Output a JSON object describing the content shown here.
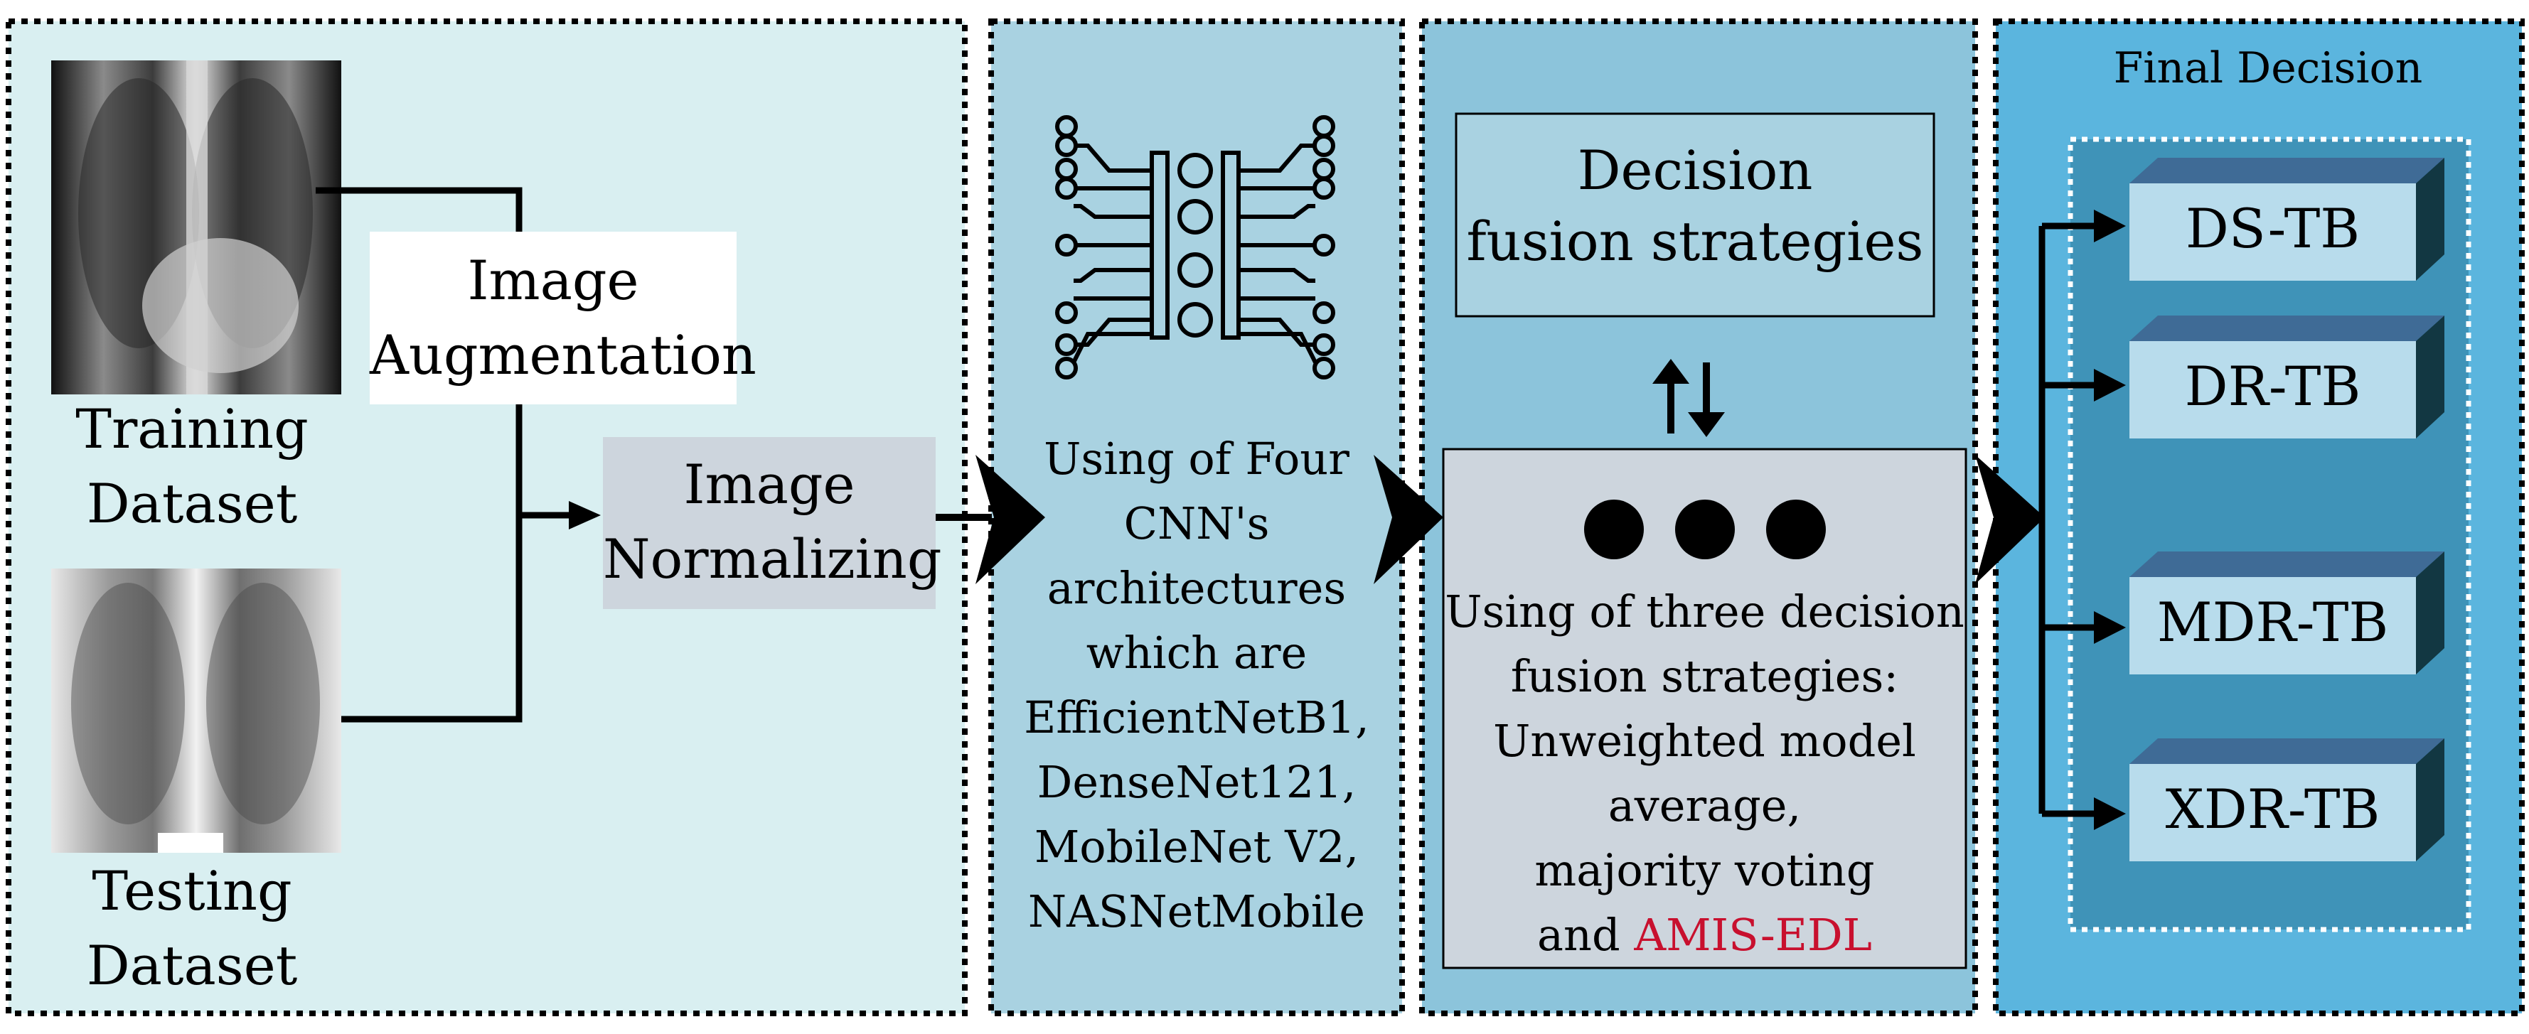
{
  "panels": {
    "preprocess": {
      "training_label": [
        "Training",
        "Dataset"
      ],
      "testing_label": [
        "Testing",
        "Dataset"
      ],
      "augmentation_label": [
        "Image",
        "Augmentation"
      ],
      "normalizing_label": [
        "Image",
        "Normalizing"
      ]
    },
    "cnn": {
      "icon": "neural-network-chip-icon",
      "description": [
        "Using of Four",
        "CNN's",
        "architectures",
        "which are",
        "EfficientNetB1,",
        "DenseNet121,",
        "MobileNet V2,",
        "NASNetMobile"
      ]
    },
    "fusion": {
      "strategies_title": [
        "Decision",
        "fusion strategies"
      ],
      "swap_icon": "up-down-arrows-icon",
      "dots_icon": "three-dots-icon",
      "description": [
        "Using of three decision",
        "fusion strategies:",
        "Unweighted model",
        "average,",
        "majority voting"
      ],
      "last_line_prefix": "and ",
      "last_line_highlight": "AMIS-EDL"
    },
    "final": {
      "title": "Final Decision",
      "classes": [
        "DS-TB",
        "DR-TB",
        "MDR-TB",
        "XDR-TB"
      ]
    }
  },
  "colors": {
    "panel1": "#d9eff1",
    "panel2": "#a9d2e1",
    "panel3": "#8cc4db",
    "panel4": "#5bb5de",
    "gray_box": "#cdd5dd",
    "box_face": "#b8dcec",
    "box_top": "#3f6b96",
    "box_side": "#123742",
    "highlight": "#c8102e"
  }
}
